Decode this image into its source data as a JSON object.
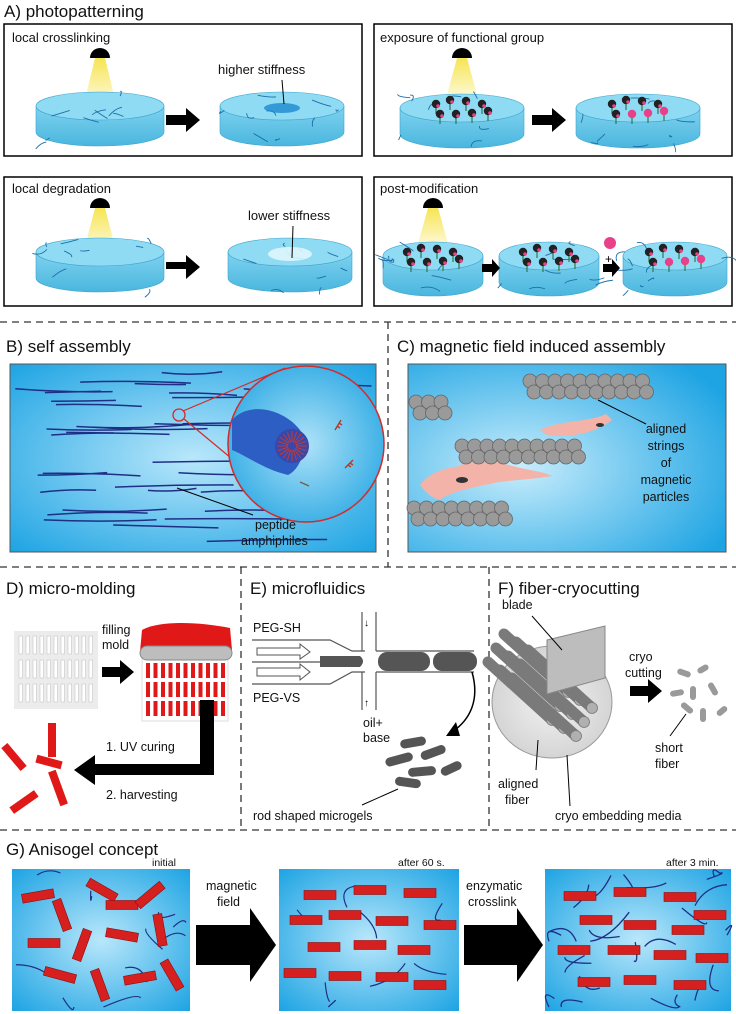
{
  "photopatterning": {
    "title": "A) photopatterning",
    "panels": {
      "local_crosslinking": "local crosslinking",
      "higher_stiffness": "higher stiffness",
      "exposure": "exposure of functional group",
      "local_degradation": "local degradation",
      "lower_stiffness": "lower stiffness",
      "post_modification": "post-modification",
      "plus": "+"
    }
  },
  "self_assembly": {
    "title": "B) self assembly",
    "label_line1": "peptide",
    "label_line2": "amphiphiles"
  },
  "magnetic": {
    "title": "C) magnetic field induced assembly",
    "label_lines": [
      "aligned",
      "strings",
      "of",
      "magnetic",
      "particles"
    ]
  },
  "micromolding": {
    "title": "D) micro-molding",
    "filling": "filling",
    "mold": "mold",
    "step1": "1. UV curing",
    "step2": "2. harvesting"
  },
  "microfluidics": {
    "title": "E) microfluidics",
    "peg_sh": "PEG-SH",
    "peg_vs": "PEG-VS",
    "oil": "oil+",
    "base": "base",
    "rods": "rod shaped microgels"
  },
  "cryocutting": {
    "title": "F) fiber-cryocutting",
    "blade": "blade",
    "cryo": "cryo",
    "cutting": "cutting",
    "aligned": "aligned",
    "fiber": "fiber",
    "media": "cryo embedding media",
    "short": "short",
    "short_fiber": "fiber"
  },
  "anisogel": {
    "title": "G) Anisogel concept",
    "initial": "initial",
    "after60": "after 60 s.",
    "after3": "after 3 min.",
    "arrow1_l1": "magnetic",
    "arrow1_l2": "field",
    "arrow2_l1": "enzymatic",
    "arrow2_l2": "crosslink"
  },
  "colors": {
    "hydrogel": "#5ec8e8",
    "panel_blue": "#1aa0e0",
    "fiber_dark": "#1f3d8f",
    "rod_red": "#d62020",
    "cell_pink": "#f3b3a8",
    "particle_gray": "#9a9a9a",
    "lamp_yellow": "#f6e34a"
  }
}
